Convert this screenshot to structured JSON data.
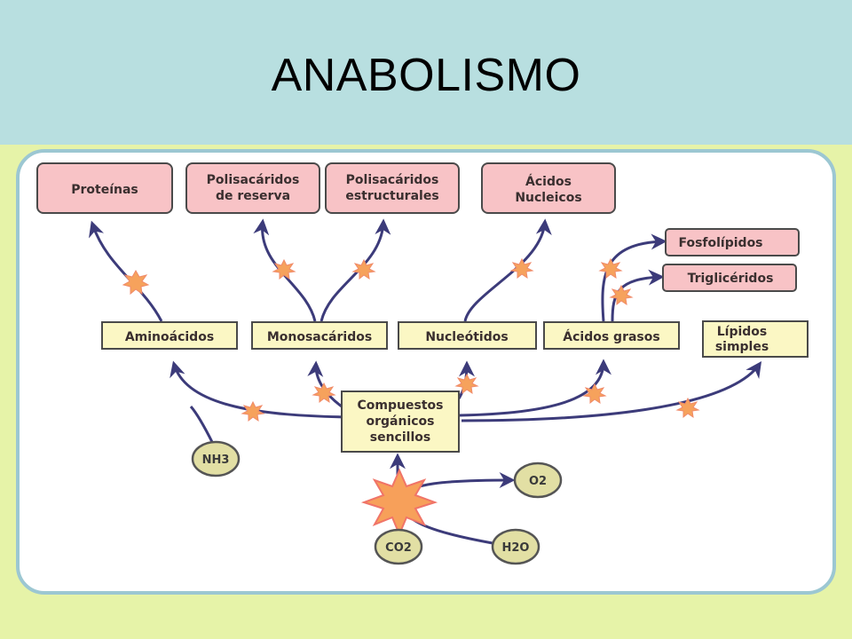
{
  "title": "ANABOLISMO",
  "colors": {
    "background": "#e6f3a8",
    "title_band": "#b8dfe0",
    "panel": "#ffffff",
    "panel_border": "#9cc7d2",
    "product_box": "#f8c3c6",
    "intermediate_box": "#fbf7c4",
    "molecule_circle": "#e2dfa4",
    "arrow": "#3c3b7a",
    "star": "#f6a25c"
  },
  "products": {
    "proteinas": "Proteínas",
    "polisacaridos_reserva": [
      "Polisacáridos",
      "de reserva"
    ],
    "polisacaridos_estructurales": [
      "Polisacáridos",
      "estructurales"
    ],
    "acidos_nucleicos": [
      "Ácidos",
      "Nucleicos"
    ],
    "fosfolipidos": "Fosfolípidos",
    "trigliceridos": "Triglicéridos"
  },
  "intermediates": {
    "aminoacidos": "Aminoácidos",
    "monosacaridos": "Monosacáridos",
    "nucleotidos": "Nucleótidos",
    "acidos_grasos": "Ácidos grasos",
    "lipidos_simples": [
      "Lípidos",
      "simples"
    ]
  },
  "precursor": [
    "Compuestos",
    "orgánicos",
    "sencillos"
  ],
  "molecules": {
    "nh3": "NH3",
    "co2": "CO2",
    "o2": "O2",
    "h2o": "H2O"
  }
}
